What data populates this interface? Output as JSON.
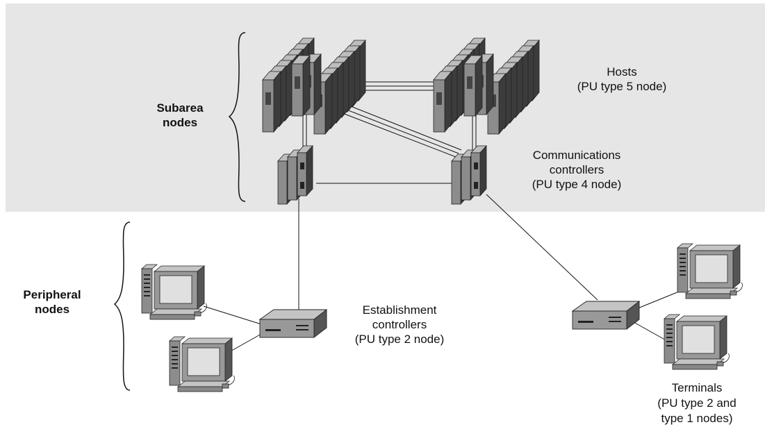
{
  "regions": {
    "subarea": {
      "line1": "Subarea",
      "line2": "nodes",
      "background": "#e6e6e6"
    },
    "peripheral": {
      "line1": "Peripheral",
      "line2": "nodes"
    }
  },
  "nodes": {
    "hosts": {
      "line1": "Hosts",
      "line2": "(PU type 5 node)"
    },
    "comm_controllers": {
      "line1": "Communications",
      "line2": "controllers",
      "line3": "(PU type 4 node)"
    },
    "establishment_controllers": {
      "line1": "Establishment",
      "line2": "controllers",
      "line3": "(PU type 2 node)"
    },
    "terminals": {
      "line1": "Terminals",
      "line2": "(PU type 2 and",
      "line3": "type 1 nodes)"
    }
  },
  "colors": {
    "device_dark": "#4a4a4a",
    "device_mid": "#8c8c8c",
    "device_light": "#b8b8b8",
    "screen": "#e0e0e0",
    "line": "#111111"
  }
}
